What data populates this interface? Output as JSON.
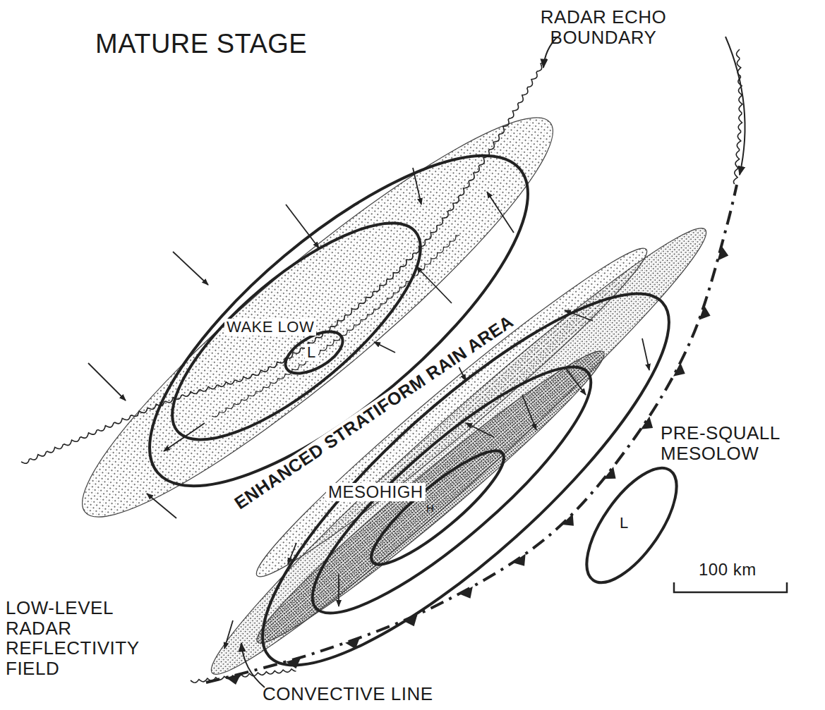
{
  "diagram": {
    "title": "MATURE STAGE",
    "labels": [
      "RADAR ECHO BOUNDARY",
      "WAKE LOW",
      "L",
      "ENHANCED STRATIFORM RAIN AREA",
      "MESOHIGH",
      "H",
      "PRE-SQUALL MESOLOW",
      "L",
      "LOW-LEVEL RADAR REFLECTIVITY FIELD",
      "CONVECTIVE LINE",
      "100 km"
    ]
  }
}
